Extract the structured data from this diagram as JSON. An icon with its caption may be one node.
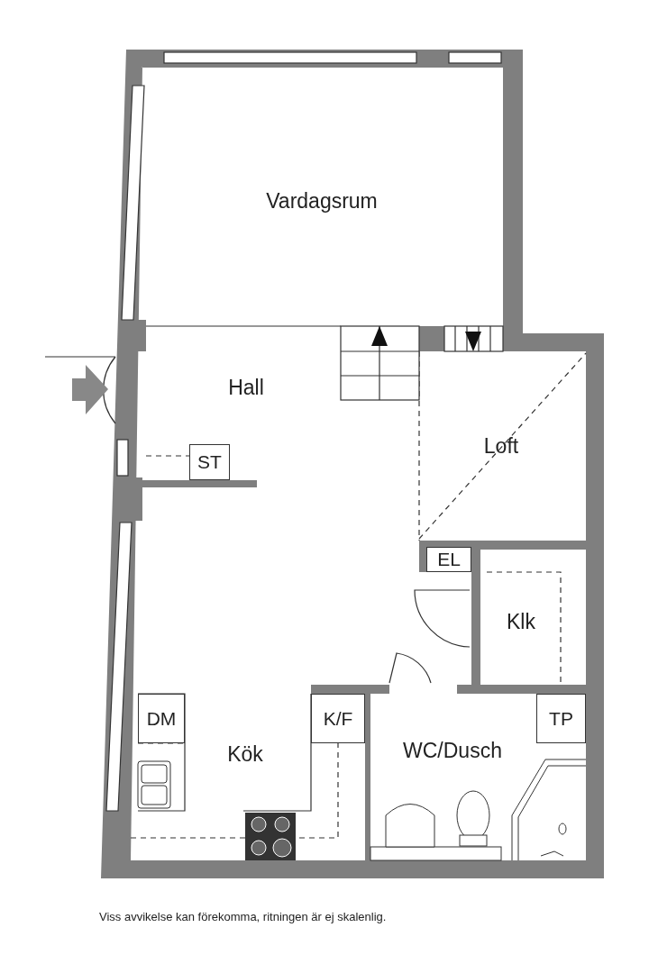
{
  "diagram": {
    "caption": "Viss avvikelse kan förekomma, ritningen är ej skalenlig.",
    "nodes": [
      {
        "text": [
          "Vardagsrum"
        ]
      },
      {
        "text": [
          "Hall"
        ]
      },
      {
        "text": [
          "ST"
        ],
        "in": 1
      },
      {
        "text": [
          "Loft"
        ]
      },
      {
        "text": [
          "EL"
        ]
      },
      {
        "text": [
          "Klk"
        ]
      },
      {
        "text": [
          "Kök"
        ]
      },
      {
        "text": [
          "DM"
        ],
        "in": 6
      },
      {
        "text": [
          "K/F"
        ],
        "in": 6
      },
      {
        "text": [
          "WC/Dusch"
        ]
      },
      {
        "text": [
          "TP"
        ],
        "in": 9
      }
    ]
  }
}
